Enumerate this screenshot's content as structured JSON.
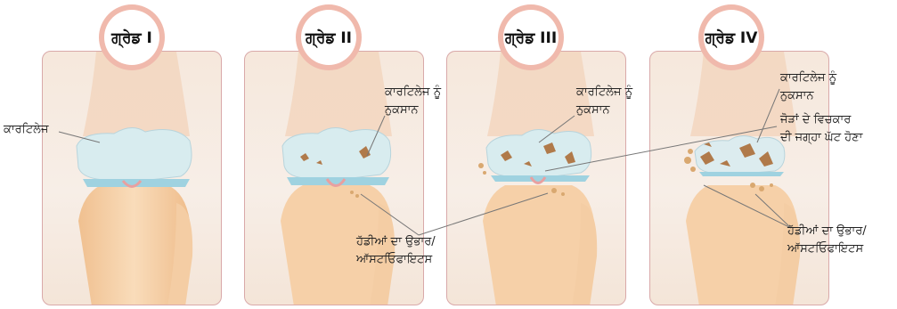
{
  "grades": [
    {
      "title": "ਗ੍ਰੇਡ I"
    },
    {
      "title": "ਗ੍ਰੇਡ II"
    },
    {
      "title": "ਗ੍ਰੇਡ III"
    },
    {
      "title": "ਗ੍ਰੇਡ IV"
    }
  ],
  "labels": {
    "cartilage": "ਕਾਰਟਿਲੇਜ",
    "cartilage_damage_1": "ਕਾਰਟਿਲੇਜ ਨੂੰ",
    "cartilage_damage_2": "ਨੁਕਸਾਨ",
    "joint_space_1": "ਜੋੜਾਂ ਦੇ ਵਿਚਕਾਰ",
    "joint_space_2": "ਦੀ ਜਗ੍ਹਾ ਘੱਟ ਹੋਣਾ",
    "osteophytes_1": "ਹੱਡੀਆਂ ਦਾ ਉਭਾਰ/",
    "osteophytes_2": "ਆੱਸਟਓਿਫਾਇਟਸ"
  },
  "colors": {
    "badge_ring": "#f0b9ac",
    "panel_border": "#d9a9a9",
    "bone": "#f4c99a",
    "cartilage": "#d8ecef",
    "meniscus": "#9fd2e0",
    "damage": "#b07a4a"
  }
}
